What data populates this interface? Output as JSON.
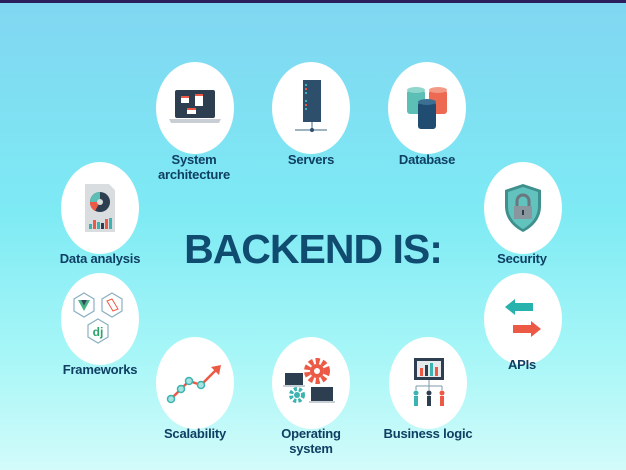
{
  "title": "BACKEND IS:",
  "items": [
    {
      "label_1": "System",
      "label_2": "architecture",
      "icon": "laptop-diagram-icon"
    },
    {
      "label_1": "Servers",
      "icon": "server-rack-icon"
    },
    {
      "label_1": "Database",
      "icon": "database-icon"
    },
    {
      "label_1": "Data analysis",
      "icon": "report-chart-icon"
    },
    {
      "label_1": "Security",
      "icon": "shield-lock-icon"
    },
    {
      "label_1": "Frameworks",
      "icon": "framework-logos-icon"
    },
    {
      "label_1": "APIs",
      "icon": "exchange-arrows-icon"
    },
    {
      "label_1": "Scalability",
      "icon": "growth-chart-icon"
    },
    {
      "label_1": "Operating",
      "label_2": "system",
      "icon": "gears-computers-icon"
    },
    {
      "label_1": "Business logic",
      "icon": "dashboard-people-icon"
    }
  ],
  "colors": {
    "title": "#0f4c70",
    "accent_teal": "#3bb3b0",
    "accent_red": "#ec5a45",
    "dark": "#2d3e50"
  }
}
